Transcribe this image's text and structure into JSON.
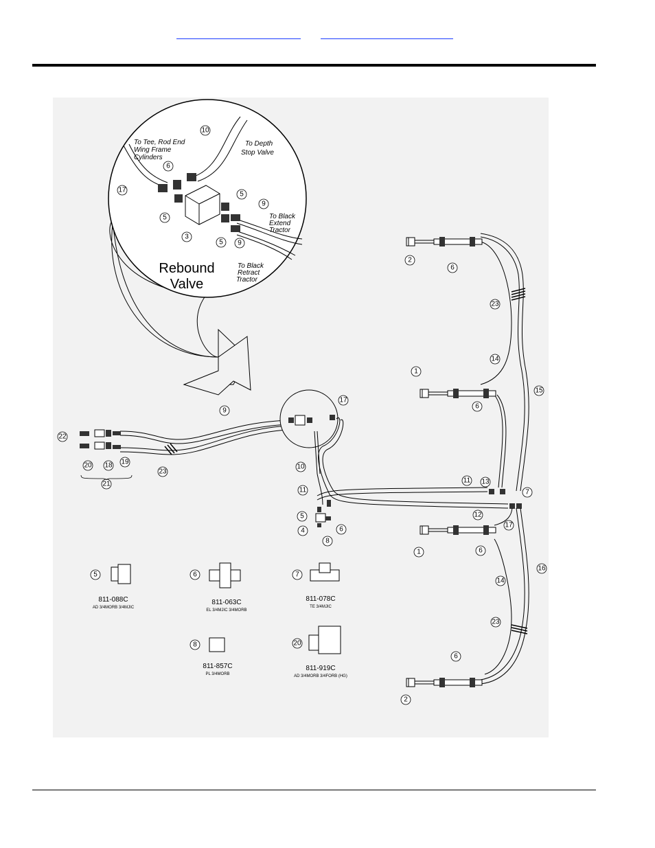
{
  "header": {
    "links": [
      "",
      ""
    ]
  },
  "inset": {
    "title_line1": "Rebound",
    "title_line2": "Valve",
    "note_tee": [
      "To Tee, Rod End",
      "Wing Frame",
      "Cylinders"
    ],
    "note_depth": [
      "To Depth",
      "Stop Valve"
    ],
    "note_extend": [
      "To Black",
      "Extend",
      "Tractor"
    ],
    "note_retract": [
      "To Black",
      "Retract",
      "Tractor"
    ]
  },
  "callouts": {
    "c1": "1",
    "c2": "2",
    "c3": "3",
    "c4": "4",
    "c5": "5",
    "c6": "6",
    "c7": "7",
    "c8": "8",
    "c9": "9",
    "c10": "10",
    "c11": "11",
    "c12": "12",
    "c13": "13",
    "c14": "14",
    "c15": "15",
    "c16": "16",
    "c17": "17",
    "c18": "18",
    "c19": "19",
    "c20": "20",
    "c21": "21",
    "c22": "22",
    "c23": "23"
  },
  "parts": [
    {
      "ref": "5",
      "number": "811-088C",
      "desc": "AD 3/4MORB 3/4MJIC"
    },
    {
      "ref": "6",
      "number": "811-063C",
      "desc": "EL 3/4MJIC 3/4MORB"
    },
    {
      "ref": "7",
      "number": "811-078C",
      "desc": "TE 3/4MJIC"
    },
    {
      "ref": "8",
      "number": "811-857C",
      "desc": "PL 3/4MORB"
    },
    {
      "ref": "20",
      "number": "811-919C",
      "desc": "AD 3/4MORB 3/4FORB (HG)"
    }
  ]
}
